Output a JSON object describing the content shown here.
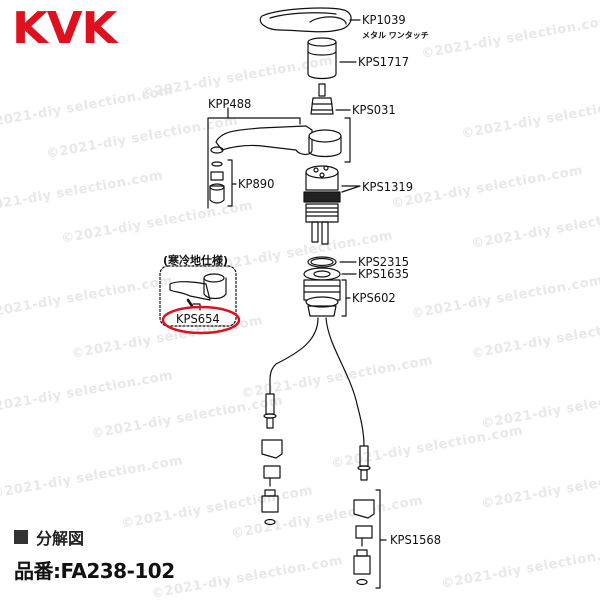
{
  "brand": {
    "logo_text": "KVK",
    "color": "#e0101e"
  },
  "watermark": {
    "text": "©2021-diy selection.com",
    "color": "#e8e8e8"
  },
  "parts": [
    {
      "id": "KP1039",
      "label": "KP1039",
      "note": "メタル ワンタッチ"
    },
    {
      "id": "KPS1717",
      "label": "KPS1717"
    },
    {
      "id": "KPS031",
      "label": "KPS031"
    },
    {
      "id": "KPP488",
      "label": "KPP488"
    },
    {
      "id": "KP890",
      "label": "KP890"
    },
    {
      "id": "KPS1319",
      "label": "KPS1319"
    },
    {
      "id": "KPS2315",
      "label": "KPS2315"
    },
    {
      "id": "KPS1635",
      "label": "KPS1635"
    },
    {
      "id": "KPS602",
      "label": "KPS602"
    },
    {
      "id": "KPS654",
      "label": "KPS654",
      "highlighted": true,
      "highlight_color": "#e0101e"
    },
    {
      "id": "KPS1568",
      "label": "KPS1568"
    }
  ],
  "cold_region": {
    "label": "(寒冷地仕様)"
  },
  "footer": {
    "title": "分解図",
    "model_code": "品番:FA238-102"
  }
}
